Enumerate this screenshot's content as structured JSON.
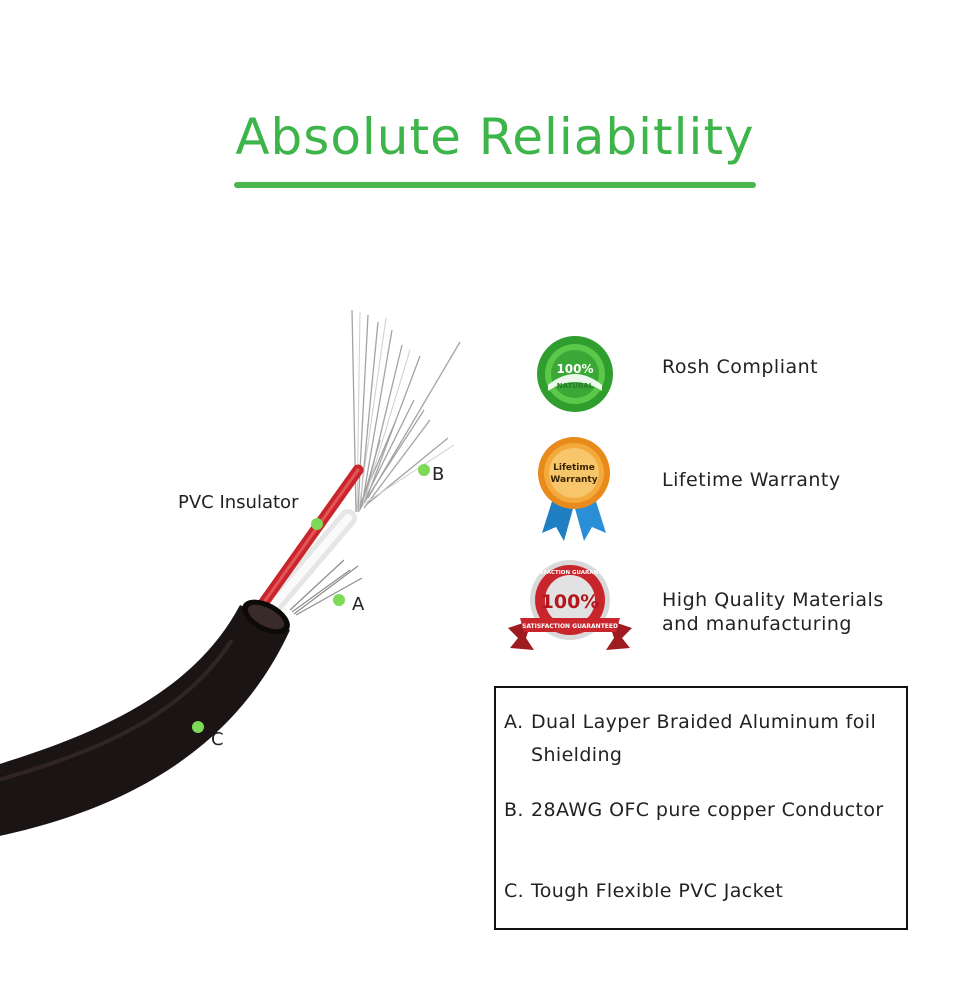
{
  "header": {
    "title": "Absolute Reliabitlity"
  },
  "callouts": {
    "pvc_insulator": "PVC Insulator",
    "a": "A",
    "b": "B",
    "c": "C"
  },
  "features": [
    {
      "label": "Rosh Compliant",
      "icon": "natural-seal-icon",
      "badge_text": [
        "100%",
        "NATURAL"
      ]
    },
    {
      "label": "Lifetime Warranty",
      "icon": "ribbon-medal-icon",
      "badge_text": [
        "Lifetime",
        "Warranty"
      ]
    },
    {
      "label": "High Quality Materials\nand manufacturing",
      "icon": "satisfaction-seal-icon",
      "badge_text": [
        "SATISFACTION GUARANTEED",
        "100%",
        "SATISFACTION GUARANTEED"
      ]
    }
  ],
  "specs": [
    {
      "key": "A.",
      "text": "Dual Layper Braided Aluminum foil Shielding"
    },
    {
      "key": "B.",
      "text": "28AWG OFC pure copper Conductor"
    },
    {
      "key": "C.",
      "text": "Tough Flexible PVC Jacket"
    }
  ],
  "colors": {
    "accent": "#3db54a",
    "dot": "#7ed957",
    "jacket": "#1b1414",
    "red_wire": "#c9252b",
    "badge_red": "#c8262c",
    "ribbon_blue": "#1f7fc2",
    "medal_orange": "#e88a1c"
  }
}
